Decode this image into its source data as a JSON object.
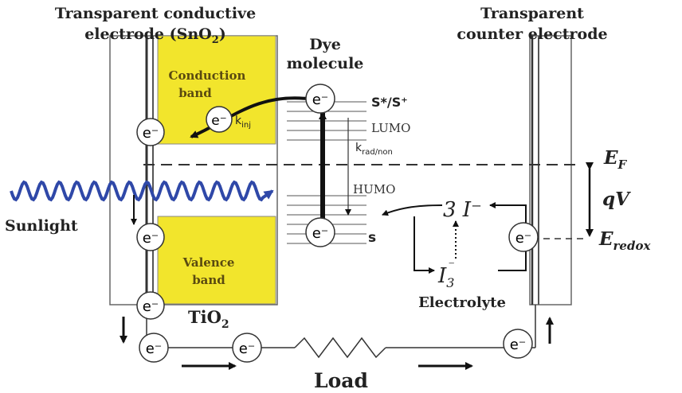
{
  "labels": {
    "tco_line1": "Transparent conductive",
    "tco_line2": "electrode (SnO",
    "tco_line2_sub": "2",
    "tco_line2_end": ")",
    "dye_line1": "Dye",
    "dye_line2": "molecule",
    "counter_line1": "Transparent",
    "counter_line2": "counter electrode",
    "conduction_line1": "Conduction",
    "conduction_line2": "band",
    "valence_line1": "Valence",
    "valence_line2": "band",
    "s_star": "S*/S⁺",
    "lumo": "LUMO",
    "k_rad": "k",
    "k_rad_sub": "rad/non",
    "k_inj": "k",
    "k_inj_sub": "inj",
    "humo": "HUMO",
    "s": "s",
    "ef": "E",
    "ef_sub": "F",
    "qv": "qV",
    "eredox": "E",
    "eredox_sub": "redox",
    "sunlight": "Sunlight",
    "tio2": "TiO",
    "tio2_sub": "2",
    "electrolyte": "Electrolyte",
    "iodide": "3 I⁻",
    "triiodide": "I",
    "triiodide_sub": "3",
    "triiodide_sup": "⁻",
    "load": "Load",
    "electron": "e⁻"
  },
  "colors": {
    "band_fill": "#f2e52c",
    "sunlight_wave": "#2f48a8",
    "line": "#222222",
    "electron_fill": "#ffffff"
  }
}
